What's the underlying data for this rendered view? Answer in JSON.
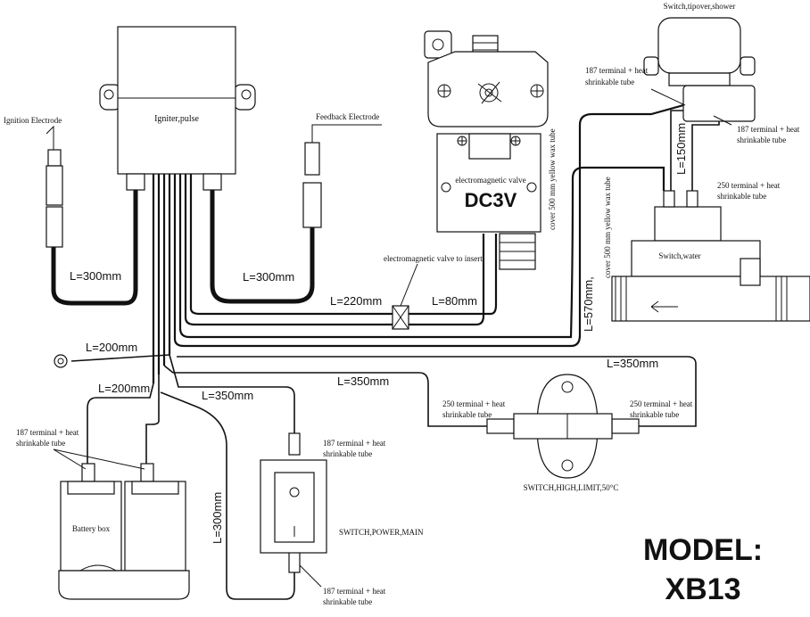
{
  "diagram": {
    "components": {
      "igniter": "Igniter,pulse",
      "ignition_electrode": "Ignition Electrode",
      "feedback_electrode": "Feedback   Electrode",
      "valve_name": "electromagnetic valve",
      "valve_voltage": "DC3V",
      "valve_insert_note": "electromagnetic valve to insert",
      "tipover_switch": "Switch,tipover,shower",
      "water_switch": "Switch,water",
      "battery_box": "Battery box",
      "power_switch": "SWITCH,POWER,MAIN",
      "limit_switch": "SWITCH,HIGH,LIMIT,50°C"
    },
    "notes": {
      "t187": "187 terminal + heat",
      "t250": "250 terminal + heat",
      "tube": "shrinkable tube",
      "yellow_tube": "cover 500 mm yellow wax tube"
    },
    "lengths": {
      "ign": "L=300mm",
      "fb": "L=300mm",
      "valve_a": "L=220mm",
      "valve_b": "L=80mm",
      "ground": "L=200mm",
      "battery": "L=200mm",
      "power_in": "L=350mm",
      "power_out": "L=300mm",
      "limit_in": "L=350mm",
      "limit_out": "L=350mm",
      "water": "L=570mm,",
      "tipover": "L=150mm"
    },
    "model": {
      "label": "MODEL:",
      "number": "XB13"
    }
  }
}
